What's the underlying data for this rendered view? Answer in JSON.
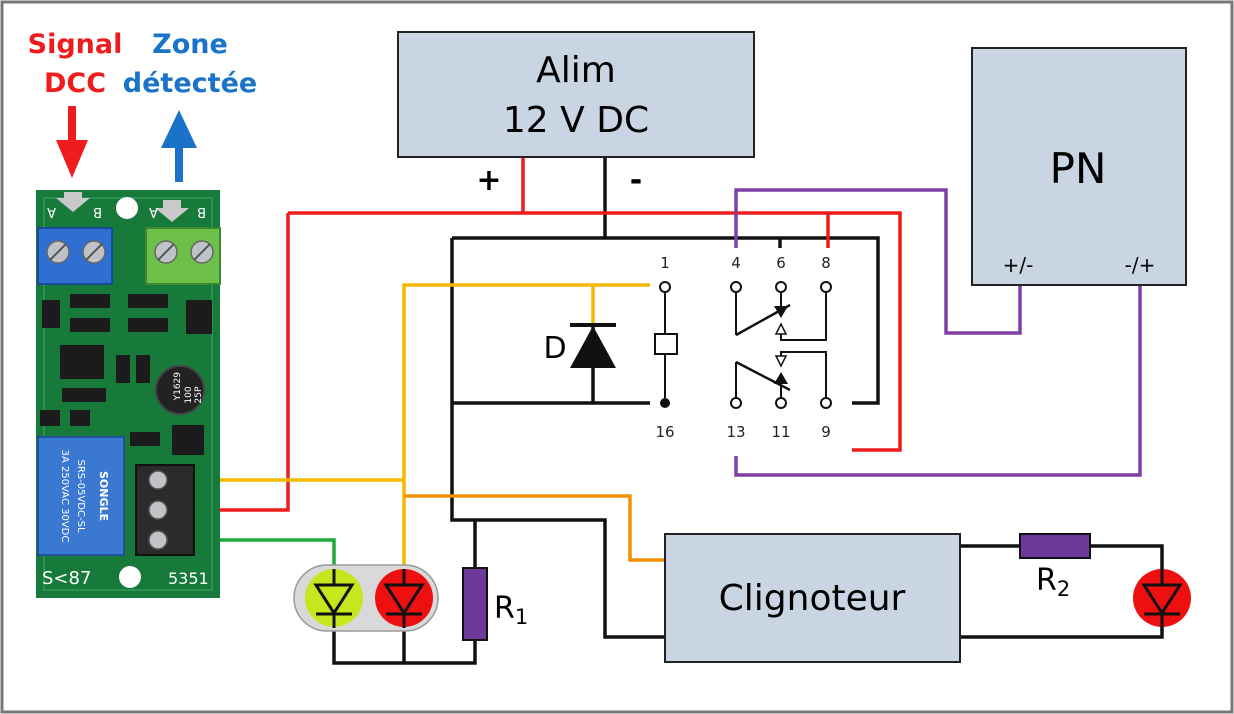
{
  "labels": {
    "signal_line1": "Signal",
    "signal_line2": "DCC",
    "zone_line1": "Zone",
    "zone_line2": "détectée",
    "power_line1": "Alim",
    "power_line2": "12 V DC",
    "power_plus": "+",
    "power_minus": "-",
    "pn": "PN",
    "pn_term_left": "+/-",
    "pn_term_right": "-/+",
    "diode": "D",
    "resistor1": "R",
    "resistor1_sub": "1",
    "resistor2": "R",
    "resistor2_sub": "2",
    "blinker": "Clignoteur"
  },
  "relay_pins": [
    "1",
    "4",
    "6",
    "8",
    "16",
    "13",
    "11",
    "9"
  ],
  "pcb": {
    "label_a": "A",
    "label_b": "B",
    "bottom_left": "S<87",
    "bottom_right": "5351",
    "cap_text": [
      "Y1629",
      "100",
      "25P"
    ],
    "relay_text": [
      "3A 250VAC 30VDC",
      "SRS-05VDC-SL"
    ],
    "relay_brand": "SONGLE"
  },
  "colors": {
    "signal": "#ee1c1c",
    "zone": "#1a73c8",
    "wire_red": "#ee1c1c",
    "wire_black": "#111111",
    "wire_yellow": "#f5b800",
    "wire_orange": "#f39200",
    "wire_green": "#1aaa3c",
    "wire_purple": "#7e3fa6",
    "box_fill": "#c9d5e3",
    "pcb_green": "#177a3a",
    "led_green": "#c8e61e",
    "led_red": "#ee1010",
    "resistor": "#6d3a9c"
  }
}
